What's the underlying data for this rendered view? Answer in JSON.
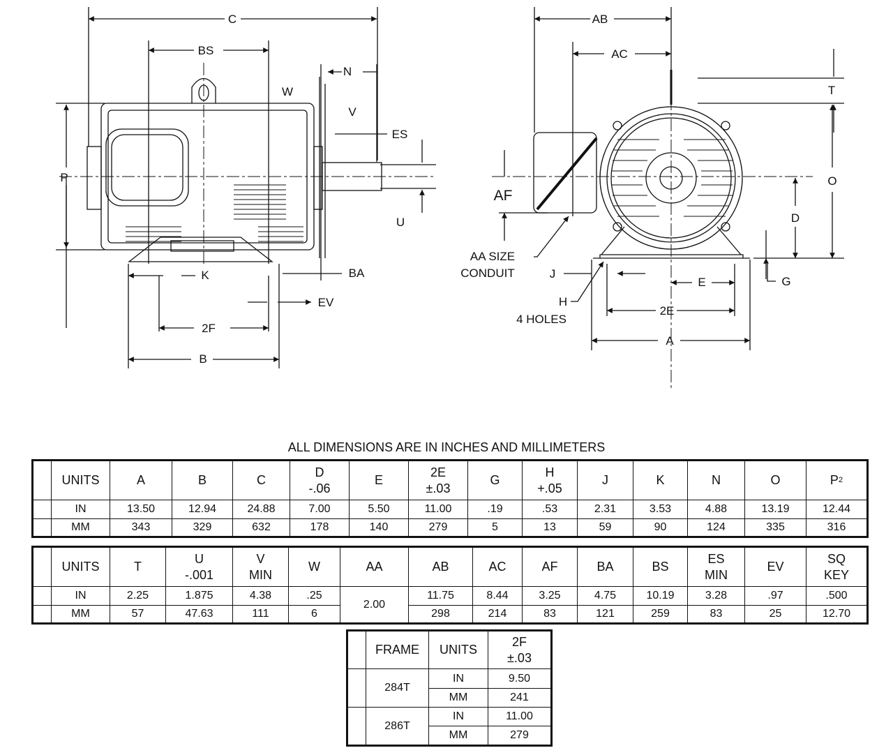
{
  "drawing": {
    "side_view_labels": {
      "C": "C",
      "BS": "BS",
      "N": "N",
      "W": "W",
      "V": "V",
      "ES": "ES",
      "P": "P",
      "U": "U",
      "K": "K",
      "BA": "BA",
      "EV": "EV",
      "2F": "2F",
      "B": "B"
    },
    "end_view_labels": {
      "AB": "AB",
      "AC": "AC",
      "T": "T",
      "O": "O",
      "AF": "AF",
      "D": "D",
      "AA": "AA SIZE",
      "conduit": "CONDUIT",
      "J": "J",
      "H": "H",
      "holes": "4 HOLES",
      "E": "E",
      "G": "G",
      "2E": "2E",
      "A": "A"
    }
  },
  "title": "ALL DIMENSIONS ARE IN INCHES AND MILLIMETERS",
  "table1": {
    "headers": [
      [
        "UNITS",
        ""
      ],
      [
        "A",
        ""
      ],
      [
        "B",
        ""
      ],
      [
        "C",
        ""
      ],
      [
        "D",
        "-.06"
      ],
      [
        "E",
        ""
      ],
      [
        "2E",
        "±.03"
      ],
      [
        "G",
        ""
      ],
      [
        "H",
        "+.05"
      ],
      [
        "J",
        ""
      ],
      [
        "K",
        ""
      ],
      [
        "N",
        ""
      ],
      [
        "O",
        ""
      ],
      [
        "P",
        "2"
      ]
    ],
    "rows": [
      [
        "IN",
        "13.50",
        "12.94",
        "24.88",
        "7.00",
        "5.50",
        "11.00",
        ".19",
        ".53",
        "2.31",
        "3.53",
        "4.88",
        "13.19",
        "12.44"
      ],
      [
        "MM",
        "343",
        "329",
        "632",
        "178",
        "140",
        "279",
        "5",
        "13",
        "59",
        "90",
        "124",
        "335",
        "316"
      ]
    ]
  },
  "table2": {
    "headers": [
      [
        "UNITS",
        ""
      ],
      [
        "T",
        ""
      ],
      [
        "U",
        "-.001"
      ],
      [
        "V",
        "MIN"
      ],
      [
        "W",
        ""
      ],
      [
        "AA",
        ""
      ],
      [
        "AB",
        ""
      ],
      [
        "AC",
        ""
      ],
      [
        "AF",
        ""
      ],
      [
        "BA",
        ""
      ],
      [
        "BS",
        ""
      ],
      [
        "ES",
        "MIN"
      ],
      [
        "EV",
        ""
      ],
      [
        "SQ",
        "KEY"
      ]
    ],
    "rows": [
      [
        "IN",
        "2.25",
        "1.875",
        "4.38",
        ".25",
        "2.00",
        "11.75",
        "8.44",
        "3.25",
        "4.75",
        "10.19",
        "3.28",
        ".97",
        ".500"
      ],
      [
        "MM",
        "57",
        "47.63",
        "111",
        "6",
        "",
        "298",
        "214",
        "83",
        "121",
        "259",
        "83",
        "25",
        "12.70"
      ]
    ]
  },
  "table3": {
    "headers": [
      "FRAME",
      "UNITS",
      "2F",
      "±.03"
    ],
    "frames": [
      {
        "frame": "284T",
        "rows": [
          [
            "IN",
            "9.50"
          ],
          [
            "MM",
            "241"
          ]
        ]
      },
      {
        "frame": "286T",
        "rows": [
          [
            "IN",
            "11.00"
          ],
          [
            "MM",
            "279"
          ]
        ]
      }
    ]
  }
}
